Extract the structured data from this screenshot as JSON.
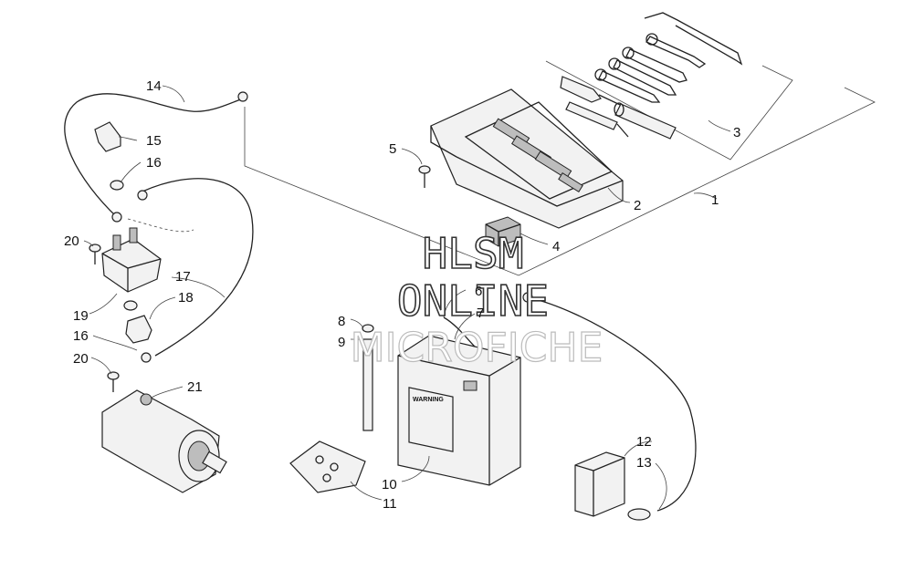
{
  "callouts": [
    "1",
    "2",
    "3",
    "4",
    "5",
    "6",
    "7",
    "8",
    "9",
    "10",
    "11",
    "12",
    "13",
    "14",
    "15",
    "16",
    "16",
    "17",
    "18",
    "19",
    "20",
    "20",
    "21"
  ],
  "watermark": {
    "line1": "HLSM",
    "line2": "ONLINE",
    "line3": "MICROFICHE"
  },
  "battery_label": "WARNING"
}
